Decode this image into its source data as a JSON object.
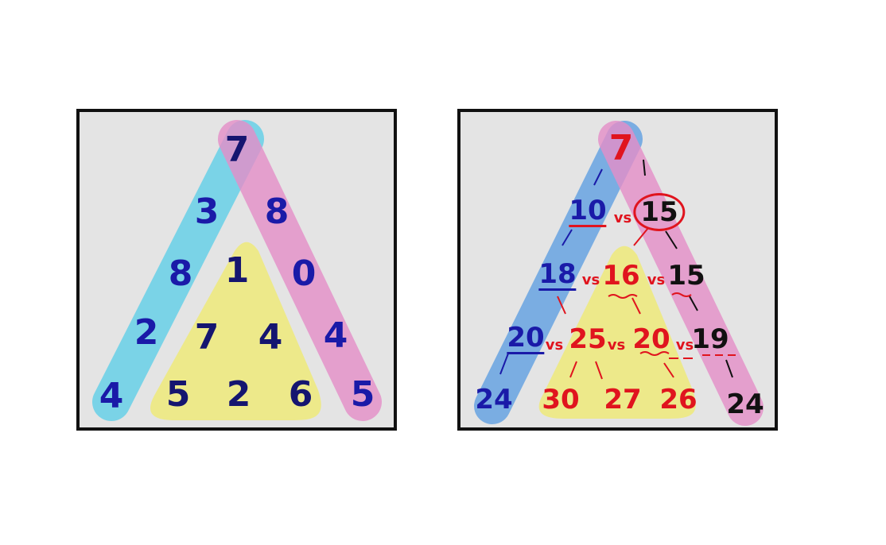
{
  "left_panel": {
    "apex": "7",
    "left_edge": [
      "3",
      "8",
      "2",
      "4"
    ],
    "right_edge": [
      "8",
      "0",
      "4",
      "5"
    ],
    "inner": {
      "row1": [
        "1"
      ],
      "row2": [
        "7",
        "4"
      ],
      "row3": [
        "5",
        "2",
        "6"
      ]
    }
  },
  "right_panel": {
    "apex": "7",
    "row2": {
      "left": "10",
      "vs": "vs",
      "right": "15"
    },
    "row3": {
      "left": "18",
      "vs1": "vs",
      "mid": "16",
      "vs2": "vs",
      "right": "15"
    },
    "row4": {
      "left": "20",
      "vs1": "vs",
      "a": "25",
      "vs2": "vs",
      "b": "20",
      "vs3": "vs",
      "right": "19"
    },
    "row5": [
      "24",
      "30",
      "27",
      "26",
      "24"
    ]
  },
  "colors": {
    "cyan_band": "#6fd2e8",
    "pink_band": "#e58ec8",
    "yellow_triangle": "#ede98a",
    "blue_band": "#6fa8e2",
    "panel_bg": "#e4e4e4"
  }
}
